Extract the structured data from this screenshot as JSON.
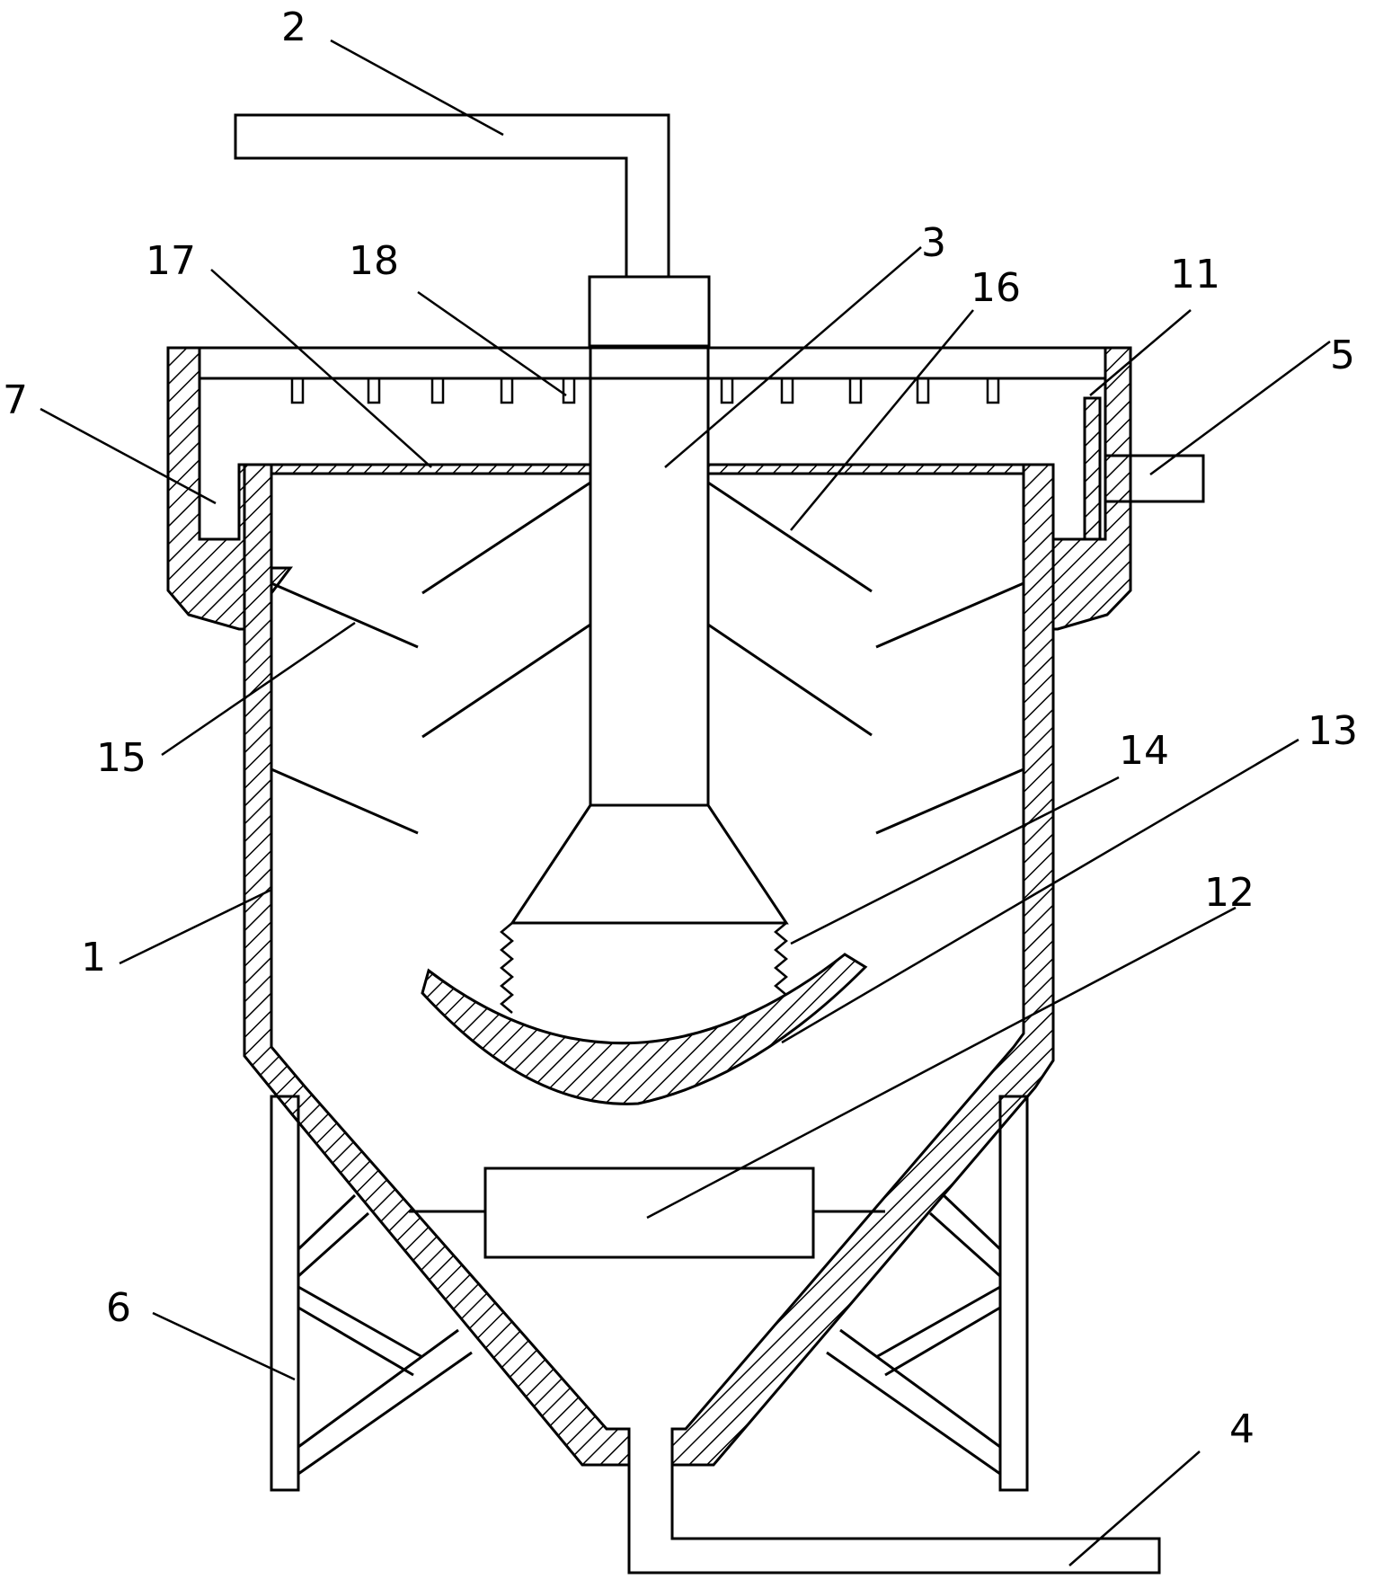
{
  "colors": {
    "stroke": "#000000",
    "background": "#ffffff"
  },
  "labels": {
    "l1": "1",
    "l2": "2",
    "l3": "3",
    "l4": "4",
    "l5": "5",
    "l6": "6",
    "l7": "7",
    "l11": "11",
    "l12": "12",
    "l13": "13",
    "l14": "14",
    "l15": "15",
    "l16": "16",
    "l17": "17",
    "l18": "18"
  }
}
